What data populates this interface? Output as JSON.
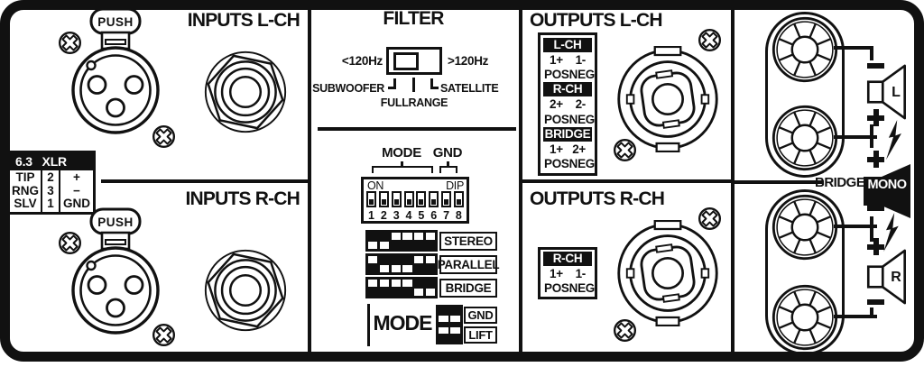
{
  "colors": {
    "ink": "#111111",
    "paper": "#ffffff"
  },
  "inputs": {
    "l_title": "INPUTS L-CH",
    "r_title": "INPUTS R-CH",
    "push": "PUSH",
    "pin_table": {
      "header": "6.3 XLR",
      "rows": [
        {
          "conn": "TIP",
          "pin": "2",
          "sig": "+"
        },
        {
          "conn": "RNG",
          "pin": "3",
          "sig": "−"
        },
        {
          "conn": "SLV",
          "pin": "1",
          "sig": "GND"
        }
      ]
    }
  },
  "filter": {
    "title": "FILTER",
    "low": "<120Hz",
    "high": ">120Hz",
    "pos_left": "SUBWOOFER",
    "pos_center": "FULLRANGE",
    "pos_right": "SATELLITE"
  },
  "dip": {
    "mode_label": "MODE",
    "gnd_label": "GND",
    "on_label": "ON",
    "dip_label": "DIP",
    "numbers": [
      "1",
      "2",
      "3",
      "4",
      "5",
      "6",
      "7",
      "8"
    ],
    "mode_rows": [
      {
        "label": "STEREO",
        "cols": 6,
        "start": 1,
        "up": [
          3,
          4,
          5,
          6
        ],
        "down": [
          1,
          2
        ]
      },
      {
        "label": "PARALLEL",
        "cols": 6,
        "start": 1,
        "up": [
          1,
          5,
          6
        ],
        "down": [
          2,
          3,
          4
        ]
      },
      {
        "label": "BRIDGE",
        "cols": 6,
        "start": 1,
        "up": [
          1,
          2,
          3,
          4
        ],
        "down": [
          5,
          6
        ]
      }
    ],
    "mode_big_label": "MODE",
    "gnd_rows": [
      {
        "label": "GND",
        "cols": 2,
        "start": 7,
        "up": [],
        "down": [
          7,
          8
        ]
      },
      {
        "label": "LIFT",
        "cols": 2,
        "start": 7,
        "up": [
          7,
          8
        ],
        "down": []
      }
    ]
  },
  "outputs": {
    "l_title": "OUTPUTS L-CH",
    "r_title": "OUTPUTS R-CH",
    "l_table": [
      {
        "header": "L-CH",
        "pin_a": "1+",
        "pin_b": "1-",
        "label_a": "POS",
        "label_b": "NEG"
      },
      {
        "header": "R-CH",
        "pin_a": "2+",
        "pin_b": "2-",
        "label_a": "POS",
        "label_b": "NEG"
      },
      {
        "header": "BRIDGE",
        "pin_a": "1+",
        "pin_b": "2+",
        "label_a": "POS",
        "label_b": "NEG"
      }
    ],
    "r_table": [
      {
        "header": "R-CH",
        "pin_a": "1+",
        "pin_b": "1-",
        "label_a": "POS",
        "label_b": "NEG"
      }
    ]
  },
  "wiring": {
    "bridge_label": "BRIDGE",
    "mono_label": "MONO",
    "speaker_l": "L",
    "speaker_r": "R",
    "terms": {
      "l_top": "−",
      "l_bottom": "+",
      "bridge_top": "+",
      "bridge_bottom": "−",
      "r_top": "+",
      "r_bottom": "−"
    }
  }
}
